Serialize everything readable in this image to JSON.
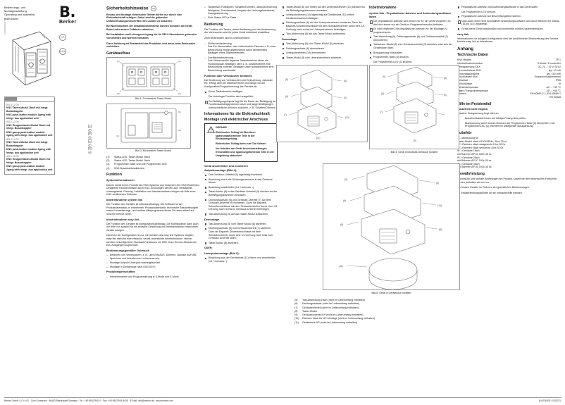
{
  "header": {
    "intro_lines": [
      "Bedienungs- und",
      "Montageanleitung",
      "Operating and assembly",
      "instructions"
    ],
    "brand_logo": "B.",
    "brand_name": "Berker",
    "marks": [
      "CE",
      "KNX"
    ],
    "side_code": "8140296/06/0716"
  },
  "ordering": {
    "items": [
      {
        "order_no": "8014 12 00",
        "name_de": "KNX Taster-Modul 1fach mit integr. Busankoppler",
        "name_en": "KNX push-button module 1gang with integr. bus application unit"
      },
      {
        "order_no": "8014 13 00",
        "name_de": "KNX Gruppentaster-Modul 1fach mit integr. Busankoppler",
        "name_en": "KNX group push-button module 1gang with integr. bus application unit"
      },
      {
        "order_no": "8014 14 00",
        "name_de": "KNX Taster-Modul 2fach mit integr. Busankoppler",
        "name_en": "KNX push-button module 2gang with integr. bus application unit"
      },
      {
        "order_no": "8014 15 00",
        "name_de": "KNX Gruppentaster-Modul 2fach mit integr. Busankoppler",
        "name_en": "KNX group push-button module 2gang with integr. bus application unit"
      }
    ]
  },
  "safety": {
    "title": "Sicherheitshinweise",
    "paragraphs": [
      "Einbau und Montage elektrischer Geräte dürfen nur durch eine Elektrofachkraft erfolgen. Dabei sind die geltenden Unfallverhütungsvorschriften des Landes zu beachten.",
      "Bei Nichtbeachten der Installationshinweise können Schäden am Gerät, Brand oder andere Gefahren entstehen.",
      "Bei Installation und Leitungsverlegung die für SELV-Stromkreise geltenden Vorschriften und Normen einhalten.",
      "Diese Anleitung ist Bestandteil des Produktes und muss beim Endkunden verbleiben."
    ]
  },
  "device_setup": {
    "title": "Geräteaufbau",
    "fig1_caption": "Bild 1: Frontansicht Taster-Modul",
    "fig2_caption": "Bild 2: Rückansicht Taster-Modul",
    "legend": [
      {
        "n": "(1)",
        "text": "Status-LED, Taster-Modul 2fach"
      },
      {
        "n": "(2)",
        "text": "Status-LED, Taster-Modul 1fach"
      },
      {
        "n": "(3)",
        "text": "Programmier-Taste und rote Programmier-LED"
      },
      {
        "n": "(4)",
        "text": "KNX-Busanschlussklemme"
      }
    ]
  },
  "function": {
    "title": "Funktion",
    "system_info_title": "Systeminformationen",
    "system_info": "Dieses Gerät ist ein Produkt des KNX-Systems und entspricht den KNX-Richtlinien. Detaillierte Fachkenntnisse durch KNX-Schulungen werden zum Verständnis vorausgesetzt. Planung, Installation und Inbetriebnahme erfolgen mit Hilfe einer KNX-zertifizierten Software.",
    "systemlink_title": "Inbetriebnahme system link",
    "systemlink_text": "Die Funktion des Gerätes ist softwareabhängig. Die Software ist der Produktdatenbank zu entnehmen. Produktdatenbank, technische Beschreibungen sowie Konvertierungs- und weitere Hilfsprogramme finden Sie stets aktuell auf unserer Internet-Seite.",
    "easylink_title": "Inbetriebnahme easy link",
    "easylink_text1": "Die Funktion des Gerätes ist konfigurationsabhängig. Die Konfiguration kann auch mit Hilfe von speziell für die einfache Einstellung und Inbetriebnahme entwickelter Geräte erfolgen.",
    "easylink_text2": "Diese Art der Konfiguration ist nur mit Geräten des easy link Systems möglich. easy link steht für eine einfache, visuell unterstützte Inbetriebnahme. Hierbei werden vorkonfigurierte Standard-Funktionen mit Hilfe eines Service-Moduls den Ein-/Ausgängen zugeordnet.",
    "intended_use_title": "Bestimmungsgemäßer Gebrauch",
    "intended_use": [
      "Bedienen von Verbrauchern, z. B. Licht EIN/AUS, Dimmen, Jalousie AUF/AB, Speichern und Aufrufen von Lichtszenen etc.",
      "Montage Aufputz/Unterputz wassergeschützt",
      "Montage in Gerätedose nach DIN 49073"
    ],
    "properties_title": "Produkteigenschaften",
    "properties": [
      "Inbetriebnahme und Programmierung in S-Mode und E-Mode",
      "Tastsensor-Funktionen: Schalten/Dimmen, Jalousiesteuerung, Wertgeber, Szenenaufruf, Vorgabe der Heizungsbetriebsart, Zwangssteuerung",
      "Rote Status-LED je Taste"
    ]
  },
  "operation": {
    "title": "Bedienung",
    "intro": "Die Funktion der Tasten, deren Bedienung und die Ansteuerung der Verbraucher sind für jedes Gerät individuell einstellbar.",
    "sub_intro": "Zwei Bedienarten sind zu unterscheiden:",
    "modes": [
      {
        "title": "Einflächenbedienung:",
        "text": "Das Ein-/Ausschalten oder heller/dunkler Dimmen z. B. einer Beleuchtung erfolgt abwechselnd durch wiederholtes Betätigen eines Tastenbereiches."
      },
      {
        "title": "Zweiflächenbedienung:",
        "text": "Zwei übereinander liegende Tastenbereiche bilden ein Funktionspaar. Betätigen oben z. B. schaltet/dimmt eine Beleuchtung einheller, Betätigen unten schaltet/dimmt eine Beleuchtung aus/dunkler."
      }
    ],
    "fn_title": "Funktion oder Verbraucher bedienen",
    "fn_intro": "Die Bedienung von Verbrauchern wie Beleuchtung, Jalousien etc. erfolgt über die Tastenbereiche und hängt von der Konfiguration/Programmierung des Gerätes ab.",
    "fn_steps": [
      {
        "type": "bullet",
        "text": "Einen Tastenbereich betätigen."
      },
      {
        "type": "plain",
        "text": "Die hinterlegte Funktion wird ausgeführt."
      },
      {
        "type": "info",
        "text": "Der Betätigungsimpuls liegt für die Dauer der Betätigung an. Funktionsabhängig können kurze und lange Betätigungen unterschiedliche Aktionen auslösen, z. B. Schalten/Dimmen."
      }
    ]
  },
  "electrician": {
    "title": "Informationen für die Elektrofachkraft",
    "mount_title": "Montage und elektrischer Anschluss",
    "danger": {
      "heading": "GEFAHR!",
      "lines": [
        "Elektrischer Schlag bei Berühren spannungsführender Teile in der Einbauumgebung.",
        "Elektrischer Schlag kann zum Tod führen!",
        "Vor Arbeiten am Gerät Anschlussleitungen freischalten und spannungsführende Teile in der Umgebung abdecken!"
      ]
    },
    "connect_title": "Gerät anschließen und montieren",
    "surface_title": "Aufputzmontage (Bild 4):",
    "surface_steps": [
      "Das Gehäuse-Unterteil (9) lagerichtig montieren.",
      "Busleitung durch die Dichtungsmembran in das Gehäuse führen.",
      "Busleitung anschließen (rot +/schwarz -).",
      "Taster-Modul (8) in das Gehäuse-Unterteil (9) stecken bis die Befestigungsklammern einrasten.",
      "Dichtungsaufsatz (6) und Gehäuse-Oberteil (7) auf dem Gehäuse-Unterteil (9) montieren. Dazu die Bajonett-Schnellverschlüsse mit dem Schraubendreher durch eine 1/4 Drehung nach rechts im Gehäuse-Unterteil befestigen.",
      "Tast-Abdeckung (5) auf das Taster-Modul aufstecken."
    ],
    "demount_title": "Demontage",
    "demount_steps": [
      "Tast-Abdeckung (5) vom Taster-Modul (8) abziehen.",
      "Dichtungsaufsatz (6) und Gehäuseoberteil (7) abziehen. Dazu die Bajonett-Schnellverschlüsse mit dem Schraubendreher durch eine 1/4 Drehung nach links vom Gehäuse-Unterteil lösen.",
      "Taster-Modul (8) abziehen."
    ],
    "or_label": "ODER:",
    "flush_title": "Unterputzmontage (Bild 5):",
    "flush_steps": [
      "Busleitung aus der Gerätedose (11) führen und anschließen (rot +/schwarz -).",
      "Taster-Modul (8) von hinten auf den Unterputzrahmen (10) stecken bis die Befestigungsklammern einrasten.",
      "Unterputzrahmen (10) lagerichtig auf Gerätedose (11) mittels Geräteschrauben befestigen.",
      "Dichtungsaufsatz (6) auf den Unterputzrahmen montieren. Dazu die Bajonett-Schnellverschlüsse mit dem Schraubendreher durch eine 1/4 Drehung nach rechts im Unterputzrahmen befestigen.",
      "Tast-Abdeckung (5) auf das Taster-Modul aufstecken."
    ],
    "flush_demount_title": "Demontage",
    "flush_demount_steps": [
      "Tast-Abdeckung (5) vom Taster-Modul (8) abziehen.",
      "Dichtungsaufsatz (6) demontieren.",
      "Unterputzrahmen (10) demontieren.",
      "Taster-Modul (8) vom Unterputzrahmen abziehen."
    ]
  },
  "commissioning": {
    "title": "Inbetriebnahme",
    "sub_title": "system link - Physikalische Adresse und Anwendungssoftware laden",
    "steps": [
      {
        "type": "info",
        "text": "Die physikalische Adresse wird immer nur für ein Gerät vergeben. Es darf sich immer nur ein Gerät im Programmiermodus befinden."
      },
      {
        "type": "info",
        "text": "Es wird empfohlen, die physikalische Adresse vor der Montage zu programmieren."
      },
      {
        "type": "bullet",
        "text": "Tast-Abdeckung (5), Dichtungsaufsatz (6) und Gehäuseoberteil (7) demontieren."
      },
      {
        "type": "bullet",
        "text": "Tastsensor-Modul (8) vom Gehäuseunterteil (9) abziehen oder aus der Gerätedose lösen."
      },
      {
        "type": "bullet",
        "text": "Busspannung einschalten."
      },
      {
        "type": "bullet",
        "text": "Programmier-Taste (3) drücken."
      },
      {
        "type": "plain",
        "text": "Die Programmier-LED (3) leuchtet."
      },
      {
        "type": "info",
        "text": "Leuchtet die Programmier-LED nicht, liegt keine Busspannung an."
      },
      {
        "type": "bullet",
        "text": "Physikalische Adresse und Anwendungssoftware in das Gerät laden."
      },
      {
        "type": "plain",
        "text": "Die Programmier-LED erlischt."
      },
      {
        "type": "bullet",
        "text": "Physikalische Adresse auf Beschriftungsfeld notieren."
      },
      {
        "type": "info",
        "text": "Das Laden einer nicht kompatiblen Anwendungssoftware wird durch Blinken der Status-LED(s) (1/2) angezeigt."
      },
      {
        "type": "bullet",
        "text": "Gerät (siehe Gerät anschließen und montieren) wieder zusammenbauen."
      }
    ],
    "easylink_title": "easy link",
    "easylink_text": "Informationen zur Anlagen-Konfiguration sind der ausführlichen Beschreibung des Service-Moduls easy link zu entnehmen."
  },
  "appendix": {
    "title": "Anhang",
    "tech_title": "Technische Daten",
    "tech_rows": [
      {
        "key": "KNX Medien",
        "value": "TP 1"
      },
      {
        "key": "Inbetriebnahmemodus",
        "value": "S-Mode, E-controller"
      },
      {
        "key": "Nennspannung KNX",
        "value": "DC 21 ... 32 V SELV"
      },
      {
        "key": "Stromaufnahme KNX",
        "value": "typ. 10 mA"
      },
      {
        "key": "Leistungsaufnahme",
        "value": "typ. 150 mW"
      },
      {
        "key": "Anschlussart KNX",
        "value": "Busanschlussklemmen"
      },
      {
        "key": "Schutzart",
        "value": "IP55"
      },
      {
        "key": "Schutzklasse",
        "value": "III"
      },
      {
        "key": "Betriebstemperatur",
        "value": "-40 ... +39 °C"
      },
      {
        "key": "Lager-/Transporttemperatur",
        "value": "-50 ... +50 °C"
      },
      {
        "key": "Normen",
        "value": "EN 60669-2-1; EN 60669-1"
      },
      {
        "key": "",
        "value": "EN 50428"
      }
    ],
    "trouble_title": "Hilfe im Problemfall",
    "trouble_heading": "Busbetrieb nicht möglich.",
    "trouble_cause": "Ursache: Busspannung liegt nicht an.",
    "trouble_steps": [
      "Busanschlussklemmen auf richtige Polung überprüfen.",
      "Busspannung durch kurzes Drücken der Programmier-Taste (3) überprüfen, rote Programmier-LED (3) leuchtet bei anliegender Busspannung."
    ],
    "acc_title": "Zubehör",
    "acc_rows": [
      "W.1 Abdeckung für",
      "Taster-Modul xfach  613076354x, 36xx 35 xx",
      "W.1 Rahmen xfach waagerecht   13xx 35 0x",
      "W.1 Rahmen xfach senkrecht  10xx 35 0x",
      "W.1 Gehäuse 1fach",
      "mit Rahmen AP   61 1691 35 0x",
      "W.1 Gehäuse 2fach",
      "mit Rahmen AP   67 193x 35 xx",
      "W.1 Gehäuse 3fach",
      "mit Rahmen AP   60 1930 35 0x"
    ],
    "warranty_title": "Gewährleistung",
    "warranty": [
      "Technische und formale Änderungen am Produkt, soweit sie dem technischen Fortschritt dienen, behalten wir uns vor.",
      "Wir leisten Gewähr im Rahmen der gesetzlichen Bestimmungen.",
      "Im Gewährleistungsfall bitte an die Verkaufsstelle wenden."
    ]
  },
  "figures": {
    "fig3_caption": "",
    "fig4_caption": "Bild 4: Gerät mit Aufputz-Gehäuse montiert",
    "fig5_caption": "Bild 5: Gerät in Gerätedose montiert",
    "parts_legend": [
      {
        "n": "(5)",
        "text": "Tast-Abdeckung 1fach (nicht im Lieferumfang enthalten)"
      },
      {
        "n": "(6)",
        "text": "Dichtungsaufsatz (nicht im Lieferumfang enthalten)"
      },
      {
        "n": "(7)",
        "text": "Gehäuseoberteil (nicht im Lieferumfang enthalten)"
      },
      {
        "n": "(8)",
        "text": "Taster-Modul"
      },
      {
        "n": "(9)",
        "text": "Gehäuseunterteil AP (nicht im Lieferumfang enthalten)"
      },
      {
        "n": "(10)",
        "text": "Rahmen 1fach für UP-Montage (nicht im Lieferumfang enthalten)"
      },
      {
        "n": "(11)",
        "text": "Gerätedose UP (nicht im Lieferumfang enthalten)"
      }
    ]
  },
  "footer": {
    "left": "Berker GmbH & Co. KG · Zum Gunterstal · 66483 Blieskastel/Germany · Tel.: +49 6842/945-0 · Fax: +49 6842/945-4625 · E-Mail: info@berker.de · www.berker.com",
    "right": "6L0026678 / 03/2021"
  }
}
